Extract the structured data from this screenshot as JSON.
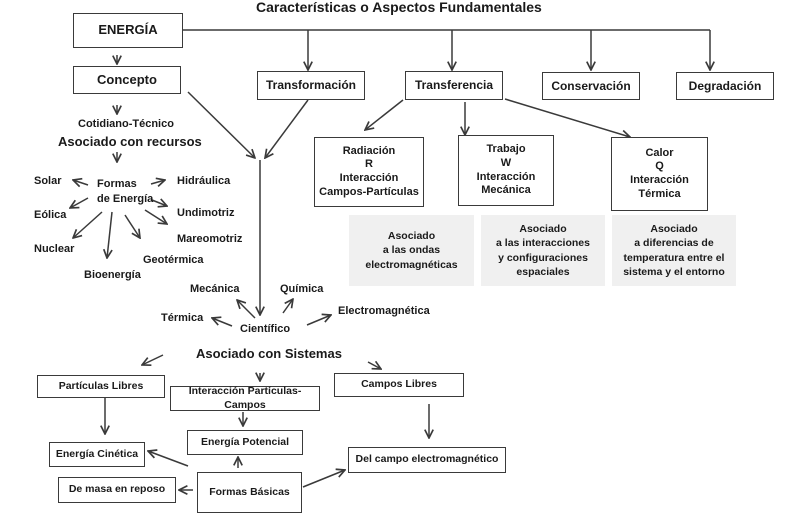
{
  "title": "Características o Aspectos Fundamentales",
  "root": "ENERGÍA",
  "aspects": [
    "Transformación",
    "Transferencia",
    "Conservación",
    "Degradación"
  ],
  "concept": {
    "label": "Concepto",
    "everyday": "Cotidiano-Técnico",
    "resources_heading": "Asociado con recursos",
    "forms_label_line1": "Formas",
    "forms_label_line2": "de Energía",
    "forms": [
      "Solar",
      "Eólica",
      "Nuclear",
      "Bioenergía",
      "Geotérmica",
      "Mareomotriz",
      "Undimotriz",
      "Hidráulica"
    ]
  },
  "scientific": {
    "label": "Científico",
    "types": [
      "Térmica",
      "Mecánica",
      "Química",
      "Electromagnética"
    ],
    "systems_heading": "Asociado con Sistemas"
  },
  "transfer": [
    {
      "lines": [
        "Radiación",
        "R",
        "Interacción",
        "Campos-Partículas"
      ],
      "note": [
        "Asociado",
        "a las ondas",
        "electromagnéticas"
      ]
    },
    {
      "lines": [
        "Trabajo",
        "W",
        "Interacción",
        "Mecánica"
      ],
      "note": [
        "Asociado",
        "a las interacciones",
        "y configuraciones",
        "espaciales"
      ]
    },
    {
      "lines": [
        "Calor",
        "Q",
        "Interacción",
        "Térmica"
      ],
      "note": [
        "Asociado",
        "a diferencias de",
        "temperatura entre el",
        "sistema y el entorno"
      ]
    }
  ],
  "systems": {
    "free_particles": "Partículas Libres",
    "interaction": "Interacción Partículas-Campos",
    "free_fields": "Campos Libres",
    "kinetic": "Energía Cinética",
    "potential": "Energía Potencial",
    "em_field": "Del campo electromagnético",
    "rest_mass": "De masa en reposo",
    "basic_forms": "Formas Básicas"
  }
}
